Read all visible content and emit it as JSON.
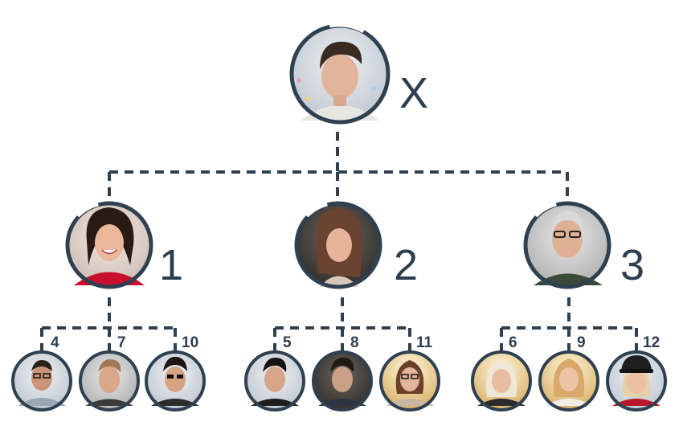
{
  "colors": {
    "stroke": "#2f4050",
    "label": "#2c3e50",
    "background": "#ffffff"
  },
  "tree": {
    "root": {
      "label": "X",
      "avatar": "young-man-portrait"
    },
    "level1": [
      {
        "label": "1",
        "avatar": "smiling-woman-portrait"
      },
      {
        "label": "2",
        "avatar": "long-haired-woman-portrait"
      },
      {
        "label": "3",
        "avatar": "older-man-glasses-portrait"
      }
    ],
    "level2": [
      {
        "label": "4",
        "avatar": "man-glasses-portrait"
      },
      {
        "label": "7",
        "avatar": "blond-man-portrait"
      },
      {
        "label": "10",
        "avatar": "man-sunglasses-portrait"
      },
      {
        "label": "5",
        "avatar": "dark-haired-man-portrait"
      },
      {
        "label": "8",
        "avatar": "young-man-jacket-portrait"
      },
      {
        "label": "11",
        "avatar": "woman-glasses-portrait"
      },
      {
        "label": "6",
        "avatar": "blonde-woman-portrait"
      },
      {
        "label": "9",
        "avatar": "woman-bright-portrait"
      },
      {
        "label": "12",
        "avatar": "woman-cap-portrait"
      }
    ]
  }
}
